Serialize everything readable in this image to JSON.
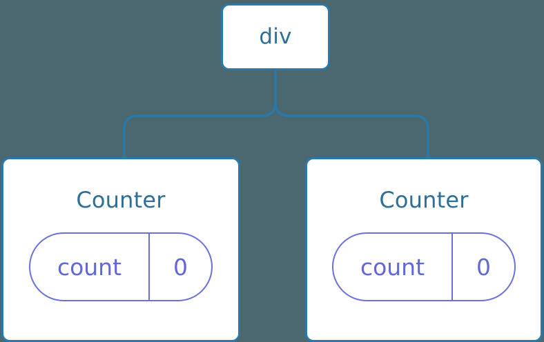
{
  "diagram": {
    "type": "component-tree",
    "background_color": "#4b6770",
    "node_fill": "#ffffff",
    "node_border_color": "#2a79a8",
    "node_label_color": "#2d6f99",
    "state_color": "#6366d8",
    "connector_color": "#2a79a8",
    "root": {
      "label": "div"
    },
    "children": [
      {
        "title": "Counter",
        "state": {
          "key": "count",
          "value": "0"
        }
      },
      {
        "title": "Counter",
        "state": {
          "key": "count",
          "value": "0"
        }
      }
    ]
  }
}
